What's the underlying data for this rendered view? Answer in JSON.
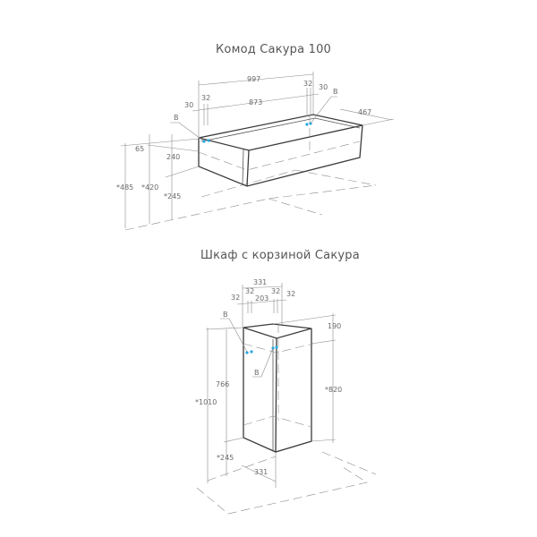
{
  "drawings": [
    {
      "title": "Комод Сакура 100",
      "dimensions": {
        "overall_width": "997",
        "inner_width": "873",
        "left_offset": "30",
        "left_gap": "32",
        "right_gap": "32",
        "right_offset": "30",
        "depth": "467",
        "top_to_mount": "65",
        "height": "240",
        "total_height": "*485",
        "mount_height": "*420",
        "floor_gap": "*245",
        "mount_label_left": "B",
        "mount_label_right": "B"
      }
    },
    {
      "title": "Шкаф с корзиной Сакура",
      "dimensions": {
        "overall_width": "331",
        "inner_width": "203",
        "outer_left": "32",
        "inner_left": "32",
        "inner_right": "32",
        "outer_right": "32",
        "top_to_mount": "190",
        "body_height": "766",
        "total_height": "*1010",
        "mount_height": "*820",
        "floor_gap": "*245",
        "bottom_width": "331",
        "mount_label_top": "B",
        "mount_label_bottom": "B"
      }
    }
  ],
  "colors": {
    "mount_point": "#27a9e1",
    "outline": "#3a3a3a",
    "dimension_line": "#8a8a8a"
  }
}
